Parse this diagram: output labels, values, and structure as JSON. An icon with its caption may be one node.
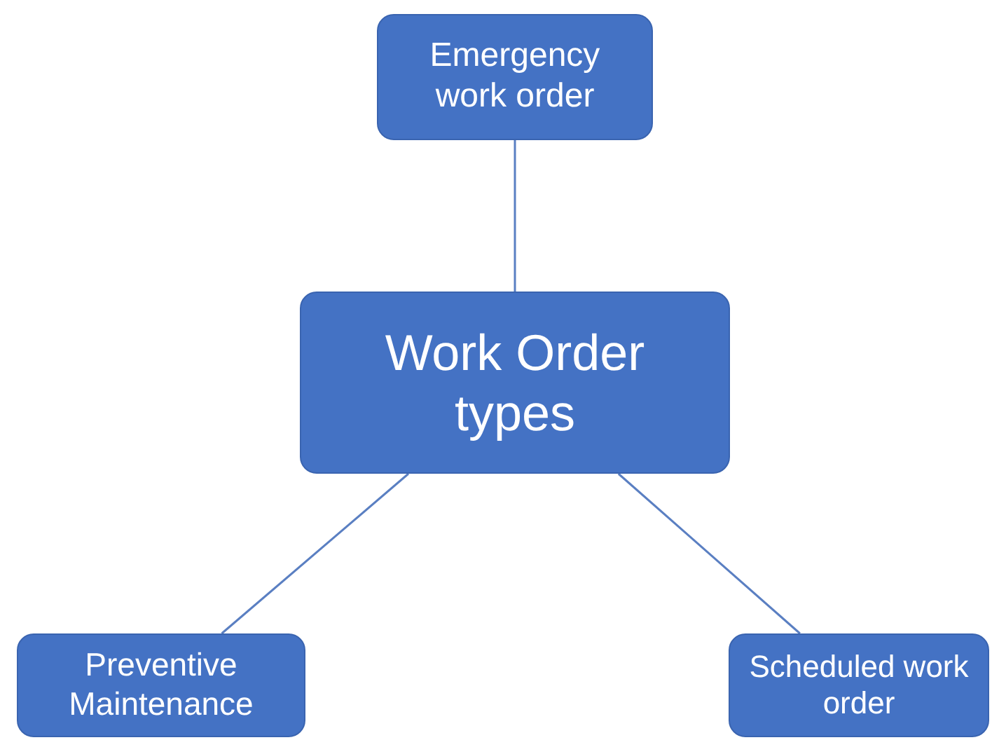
{
  "diagram": {
    "nodes": [
      {
        "text": [
          "Work Order types"
        ]
      },
      {
        "text": [
          "Emergency work order"
        ]
      },
      {
        "text": [
          "Preventive Maintenance"
        ]
      },
      {
        "text": [
          "Scheduled work order"
        ]
      }
    ],
    "edges": [
      {
        "from": 1,
        "to": 0,
        "arrow": "none"
      },
      {
        "from": 0,
        "to": 2,
        "arrow": "none"
      },
      {
        "from": 0,
        "to": 3,
        "arrow": "none"
      }
    ]
  }
}
